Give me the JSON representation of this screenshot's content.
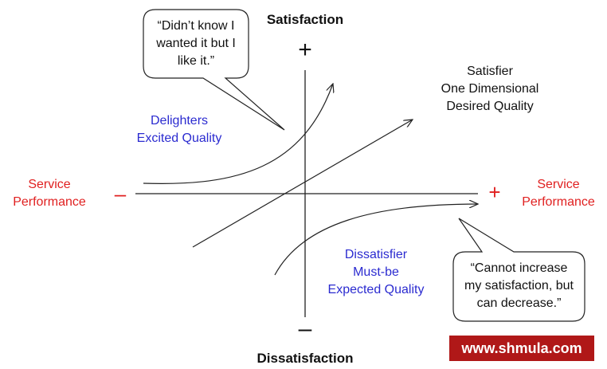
{
  "axes": {
    "top_label": "Satisfaction",
    "bottom_label": "Dissatisfaction",
    "top_sign": "+",
    "bottom_sign": "–",
    "left_sign": "–",
    "right_sign": "+",
    "left_label_line1": "Service",
    "left_label_line2": "Performance",
    "right_label_line1": "Service",
    "right_label_line2": "Performance"
  },
  "curves": {
    "delighters": {
      "line1": "Delighters",
      "line2": "Excited Quality"
    },
    "satisfier": {
      "line1": "Satisfier",
      "line2": "One Dimensional",
      "line3": "Desired Quality"
    },
    "dissatisfier": {
      "line1": "Dissatisfier",
      "line2": "Must-be",
      "line3": "Expected Quality"
    }
  },
  "callouts": {
    "top_left": {
      "line1": "“Didn’t know I",
      "line2": "wanted it but I",
      "line3": "like it.”"
    },
    "bottom_right": {
      "line1": "“Cannot increase",
      "line2": "my satisfaction, but",
      "line3": "can decrease.”"
    }
  },
  "watermark": "www.shmula.com",
  "colors": {
    "blue_text": "#2b2bd0",
    "red_text": "#e02020",
    "badge_background": "#b01818"
  }
}
